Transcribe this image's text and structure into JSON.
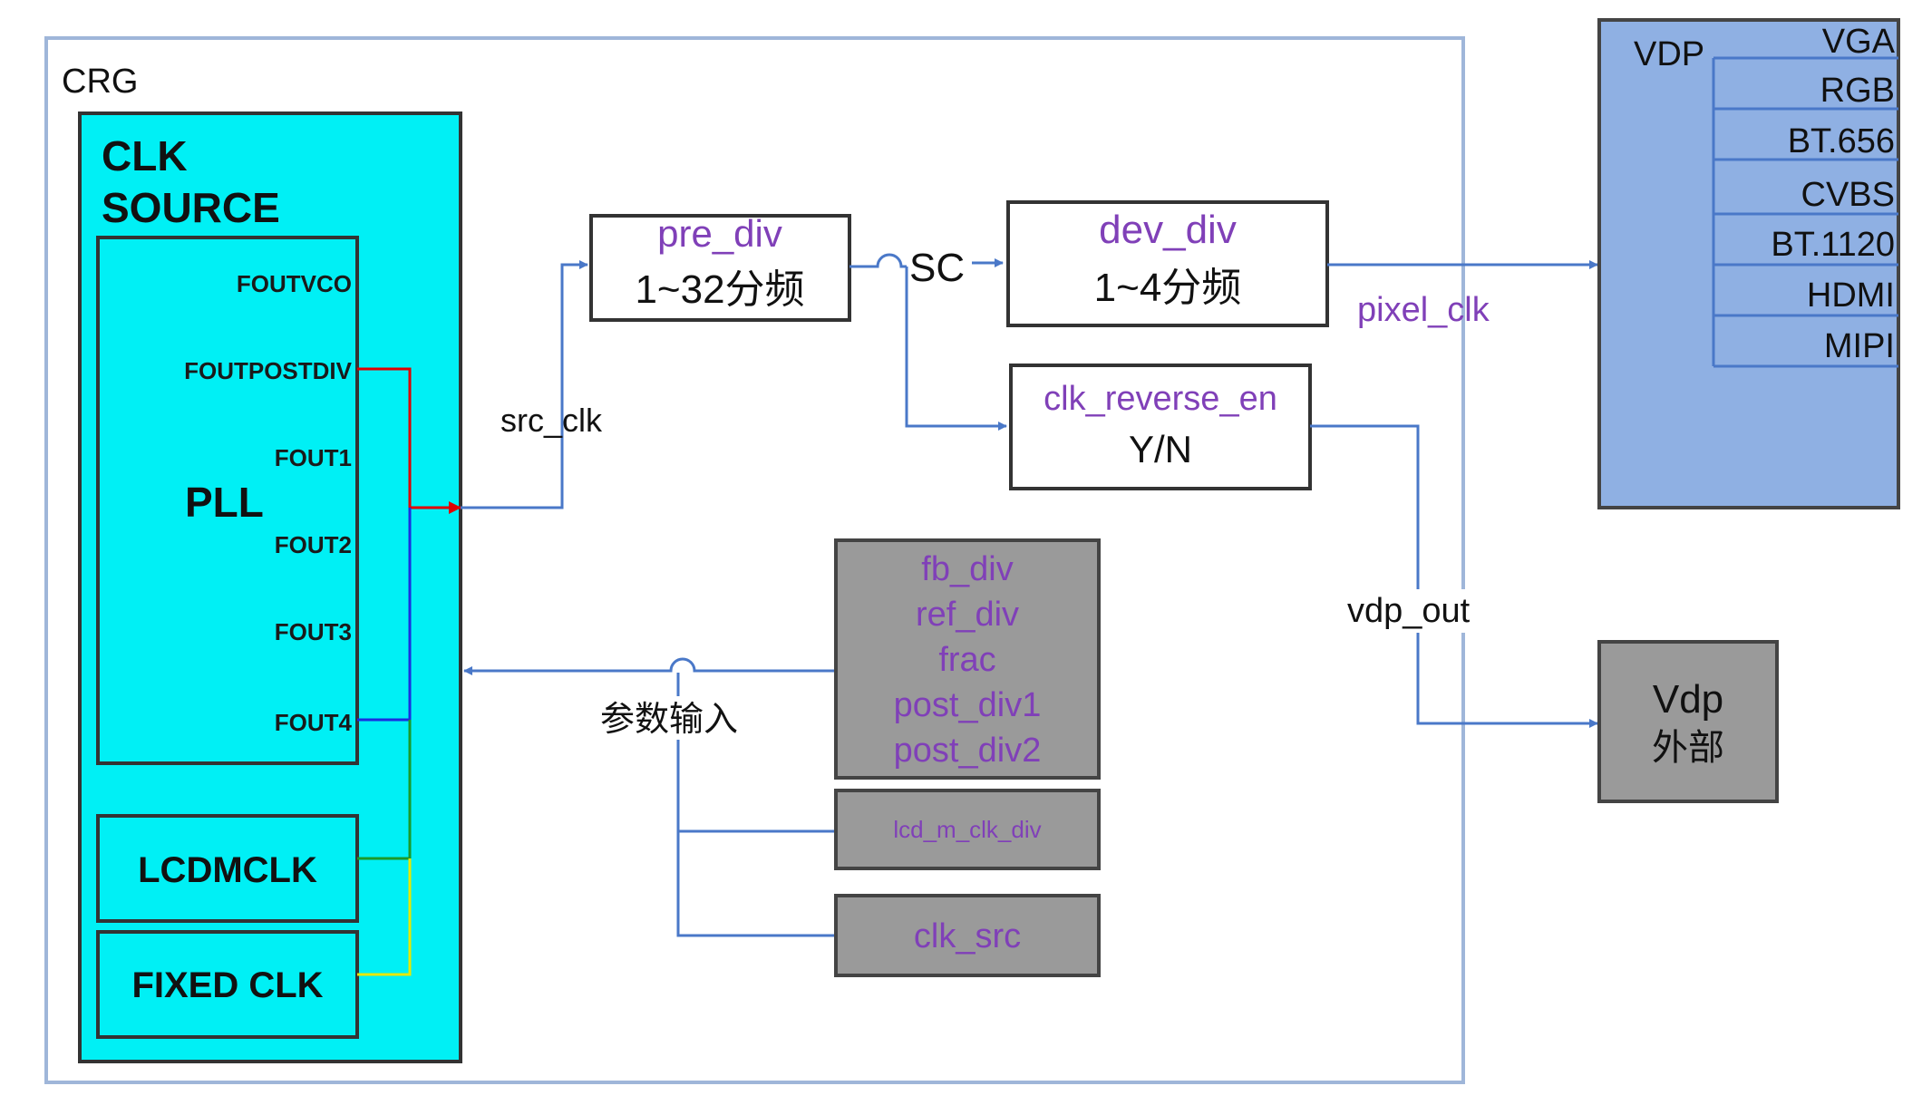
{
  "colors": {
    "crg_border": "#9fb6d9",
    "clk_source_fill": "#00f0f5",
    "vdp_fill": "#8fb0e3",
    "gray_fill": "#9a9a9a",
    "blue_line": "#4a78c8",
    "purple_text": "#8040b8",
    "red_line": "#e00000",
    "dark_blue_line": "#1a2ee0",
    "green_line": "#1a9a2a",
    "yellow_line": "#e8e800"
  },
  "crg": {
    "label": "CRG"
  },
  "clk_source": {
    "title_line1": "CLK",
    "title_line2": "SOURCE",
    "pll": {
      "label": "PLL",
      "ports": [
        "FOUTVCO",
        "FOUTPOSTDIV",
        "FOUT1",
        "FOUT2",
        "FOUT3",
        "FOUT4"
      ]
    },
    "lcdmclk": "LCDMCLK",
    "fixed_clk": "FIXED CLK"
  },
  "pre_div": {
    "name": "pre_div",
    "value": "1~32分频"
  },
  "dev_div": {
    "name": "dev_div",
    "value": "1~4分频"
  },
  "clk_reverse": {
    "name": "clk_reverse_en",
    "value": "Y/N"
  },
  "labels": {
    "src_clk": "src_clk",
    "sc": "SC",
    "pixel_clk": "pixel_clk",
    "vdp_out": "vdp_out",
    "param_input": "参数输入"
  },
  "params": {
    "pll_params": [
      "fb_div",
      "ref_div",
      "frac",
      "post_div1",
      "post_div2"
    ],
    "lcd_div": "lcd_m_clk_div",
    "clk_src": "clk_src"
  },
  "vdp": {
    "label": "VDP",
    "outputs": [
      "VGA",
      "RGB",
      "BT.656",
      "CVBS",
      "BT.1120",
      "HDMI",
      "MIPI"
    ]
  },
  "vdp_external": {
    "line1": "Vdp",
    "line2": "外部"
  }
}
